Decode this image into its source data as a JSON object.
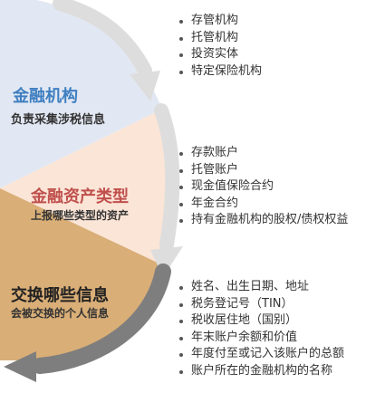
{
  "colors": {
    "segment1": "#e2e8f3",
    "segment2": "#fbe5d6",
    "segment3": "#d9ae77",
    "arrow": "#dddddd",
    "arrow_dark": "#7e7e7e",
    "title1": "#3f7fc0",
    "title2": "#c0504d",
    "title3": "#222222"
  },
  "segments": [
    {
      "title": "金融机构",
      "subtitle": "负责采集涉税信息",
      "items": [
        "存管机构",
        "托管机构",
        "投资实体",
        "特定保险机构"
      ]
    },
    {
      "title": "金融资产类型",
      "subtitle": "上报哪些类型的资产",
      "items": [
        "存款账户",
        "托管账户",
        "现金值保险合约",
        "年金合约",
        "持有金融机构的股权/债权权益"
      ]
    },
    {
      "title": "交换哪些信息",
      "subtitle": "会被交换的个人信息",
      "items": [
        "姓名、出生日期、地址",
        "税务登记号（TIN）",
        "税收居住地（国别）",
        "年末账户余额和价值",
        "年度付至或记入该账户的总额",
        "账户所在的金融机构的名称"
      ]
    }
  ]
}
